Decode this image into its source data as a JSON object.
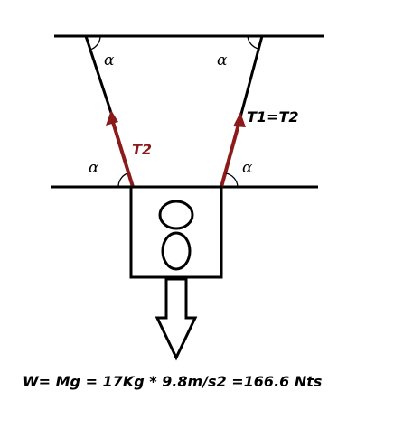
{
  "labels": {
    "t2": "T2",
    "t1_eq_t2": "T1=T2",
    "weight_equation": "W= Mg = 17Kg * 9.8m/s2 =166.6 Nts"
  },
  "angle_symbol": "α",
  "colors": {
    "line": "#000000",
    "tension": "#8b1a1a",
    "background": "#ffffff"
  }
}
